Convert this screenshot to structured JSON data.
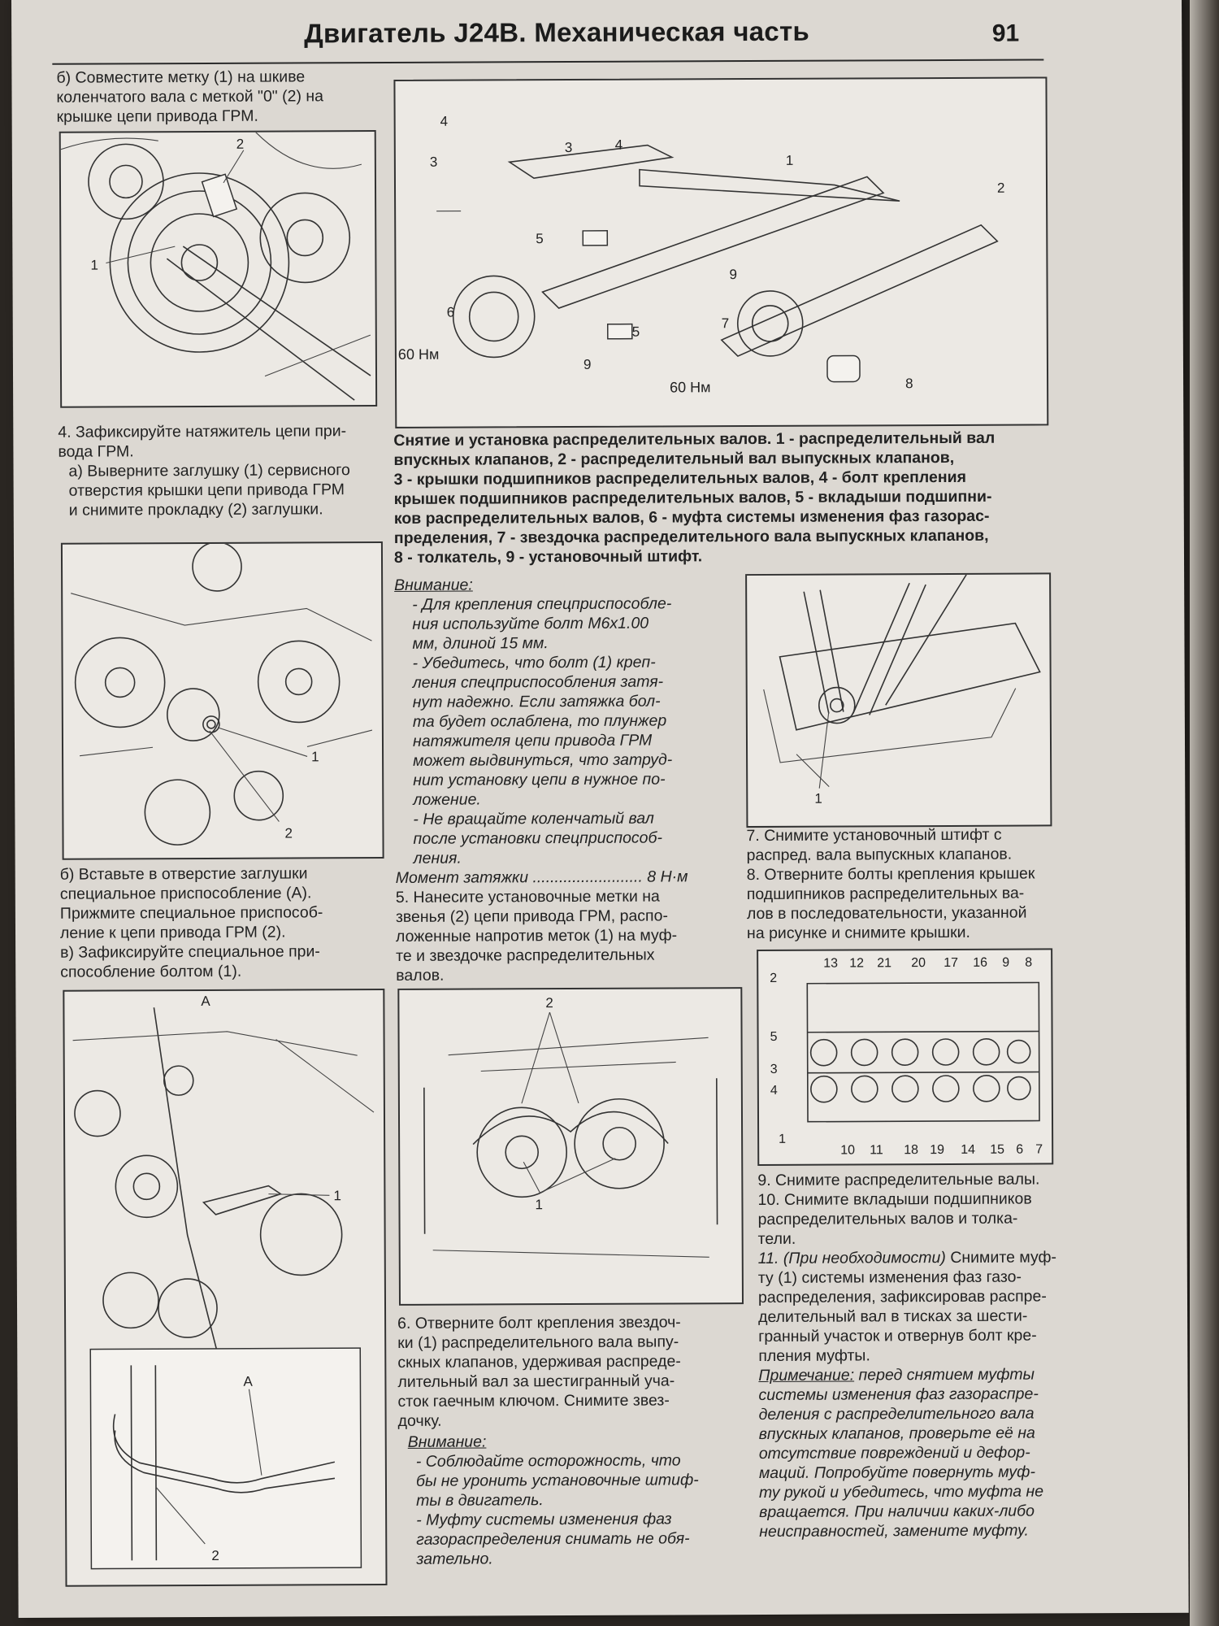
{
  "header": {
    "title": "Двигатель J24B. Механическая часть",
    "page_number": "91"
  },
  "left": {
    "step_b1": "б) Совместите метку (1) на шкиве\nколенчатого вала с меткой \"0\" (2) на\nкрышке цепи привода ГРМ.",
    "fig1_labels": [
      "2",
      "1"
    ],
    "step4": "4. Зафиксируйте натяжитель цепи при-\nвода ГРМ.",
    "step4a": "а) Выверните заглушку (1) сервисного\nотверстия крышки цепи привода ГРМ\nи снимите прокладку (2) заглушки.",
    "fig2_labels": [
      "1",
      "2"
    ],
    "step4b": "б) Вставьте в отверстие заглушки\nспециальное приспособление (А).\nПрижмите специальное приспособ-\nление к цепи привода ГРМ (2).",
    "step4v": "в) Зафиксируйте специальное при-\nспособление болтом (1).",
    "fig3_labels": [
      "A",
      "1",
      "A",
      "2"
    ]
  },
  "top_figure": {
    "labels": [
      "4",
      "3",
      "3",
      "4",
      "1",
      "2",
      "5",
      "9",
      "6",
      "5",
      "9",
      "7",
      "8"
    ],
    "torque_left": "60 Нм",
    "torque_right": "60 Нм",
    "caption": "Снятие и установка распределительных валов. 1 - распределительный вал\nвпускных клапанов, 2 - распределительный вал выпускных клапанов,\n3 - крышки подшипников распределительных валов, 4 - болт крепления\nкрышек подшипников распределительных валов, 5 - вкладыши подшипни-\nков распределительных валов, 6 - муфта системы изменения фаз газорас-\nпределения, 7 - звездочка распределительного вала выпускных клапанов,\n8 - толкатель, 9 - установочный штифт."
  },
  "middle": {
    "attention_title": "Внимание:",
    "attention_1": "- Для крепления спецприспособле-\nния используйте болт М6х1.00\nмм, длиной 15 мм.",
    "attention_2": "- Убедитесь, что болт (1) креп-\nления спецприспособления затя-\nнут надежно. Если затяжка бол-\nта будет ослаблена, то плунжер\nнатяжителя цепи привода ГРМ\nможет выдвинуться, что затруд-\nнит установку цепи в нужное по-\nложение.",
    "attention_3": "- Не вращайте коленчатый вал\nпосле установки спецприспособ-\nления.",
    "torque_line": "Момент затяжки ......................... 8 Н·м",
    "step5": "5. Нанесите установочные метки на\nзвенья (2) цепи привода ГРМ, распо-\nложенные напротив меток (1) на муф-\nте и звездочке распределительных\nвалов.",
    "fig_chain_labels": [
      "2",
      "1"
    ],
    "step6": "6. Отверните болт крепления звездоч-\nки (1) распределительного вала выпу-\nскных клапанов, удерживая распреде-\nлительный вал за шестигранный уча-\nсток гаечным ключом. Снимите звез-\nдочку.",
    "attention2_title": "Внимание:",
    "attention2_1": "- Соблюдайте осторожность, что\nбы не уронить установочные штиф-\nты в двигатель.",
    "attention2_2": "- Муфту системы изменения фаз\nгазораспределения снимать не обя-\nзательно."
  },
  "right": {
    "fig_wrench_label": "1",
    "step7": "7. Снимите установочный штифт с\nраспред. вала выпускных клапанов.",
    "step8": "8. Отверните болты крепления крышек\nподшипников распределительных ва-\nлов в последовательности, указанной\nна рисунке и снимите крышки.",
    "fig_seq_top": [
      "13",
      "12",
      "21",
      "20",
      "17",
      "16",
      "9",
      "8"
    ],
    "fig_seq_bottom": [
      "10",
      "11",
      "18",
      "19",
      "14",
      "15",
      "6",
      "7"
    ],
    "fig_seq_left": [
      "2",
      "5",
      "3",
      "4",
      "1"
    ],
    "step9": "9. Снимите распределительные валы.",
    "step10": "10. Снимите вкладыши подшипников\nраспределительных валов и толка-\nтели.",
    "step11_prefix": "11. (При необходимости)",
    "step11": " Снимите муф-\nту (1) системы изменения фаз газо-\nраспределения, зафиксировав распре-\nделительный вал в тисках за шести-\nгранный участок и отвернув болт кре-\nпления муфты.",
    "note_title": "Примечание:",
    "note_text": " перед снятием муфты\nсистемы изменения фаз газораспре-\nделения с распределительного вала\nвпускных клапанов, проверьте её на\nотсутствие повреждений и дефор-\nмаций. Попробуйте повернуть муф-\nту рукой и убедитесь, что муфта не\nвращается. При наличии каких-либо\nнеисправностей, замените муфту."
  }
}
